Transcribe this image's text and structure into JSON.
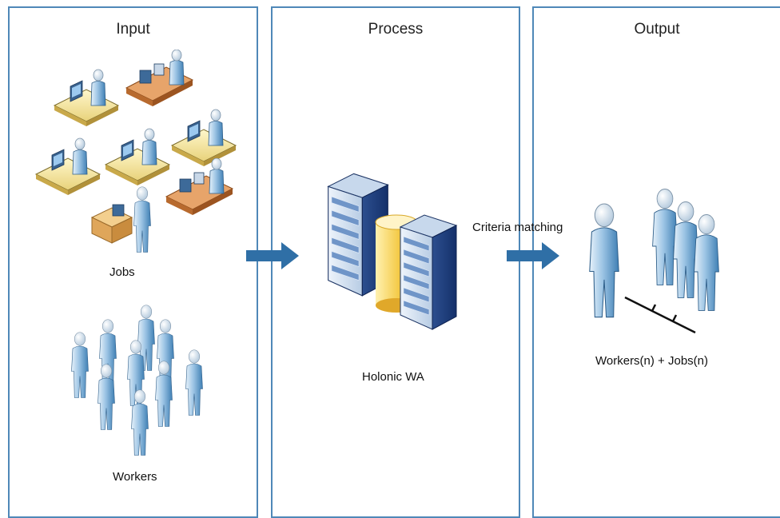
{
  "panels": {
    "input": "Input",
    "process": "Process",
    "output": "Output"
  },
  "labels": {
    "jobs": "Jobs",
    "workers": "Workers",
    "holonic": "Holonic WA",
    "criteria": "Criteria matching",
    "result": "Workers(n) + Jobs(n)"
  },
  "colors": {
    "border": "#4f88b8",
    "arrow": "#2f6fa6",
    "person_light": "#cfe3f3",
    "person_dark": "#4d8fc2",
    "server_dark": "#1f3f7a",
    "server_light": "#dbe7f5",
    "cylinder": "#f2c43a"
  }
}
